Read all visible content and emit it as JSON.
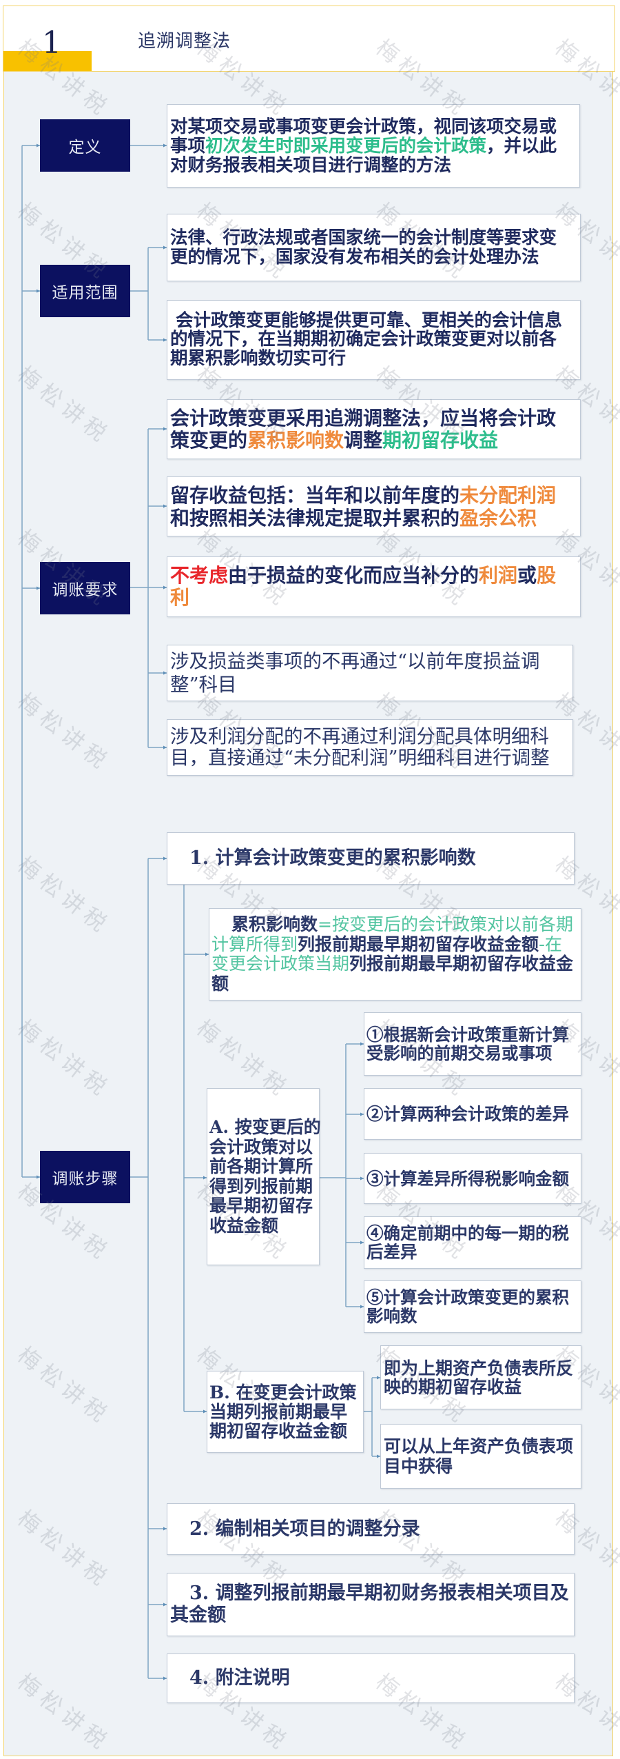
{
  "header": {
    "number": "1",
    "title": "追溯调整法"
  },
  "watermark": {
    "text": "梅松讲税"
  },
  "colors": {
    "accent_yellow": "#f8c100",
    "frame_border": "#f3d46a",
    "category_bg": "#0c1160",
    "category_text": "#e6e9f2",
    "text_dark": "#1f2a5e",
    "text_serif": "#2b3868",
    "orange": "#ef8a3c",
    "green": "#2dbd8c",
    "green_light": "#52c4a0",
    "red": "#e8262b",
    "connector": "#7fa4c4",
    "body_bg": "#eef2f6"
  },
  "sections": {
    "definition": {
      "label": "定义",
      "content": {
        "lines": [
          "对某项交易或事项变更会计政策，视同该项交易或",
          [
            "事项",
            {
              "t": "初次发生时即采用变更后的会计政策",
              "c": "green"
            },
            "，并以此"
          ],
          "对财务报表相关项目进行调整的方法"
        ]
      }
    },
    "scope": {
      "label": "适用范围",
      "items": [
        {
          "lines": [
            "法律、行政法规或者国家统一的会计制度等要求变",
            "更的情况下，国家没有发布相关的会计处理办法"
          ]
        },
        {
          "lines": [
            "会计政策变更能够提供更可靠、更相关的会计信息",
            "的情况下，在当期期初确定会计政策变更对以前各",
            "期累积影响数切实可行"
          ]
        }
      ]
    },
    "requirements": {
      "label": "调账要求",
      "items": [
        {
          "lines": [
            "会计政策变更采用追溯调整法，应当将会计政",
            [
              "策变更的",
              {
                "t": "累积影响数",
                "c": "orange"
              },
              "调整",
              {
                "t": "期初留存收益",
                "c": "green"
              }
            ]
          ]
        },
        {
          "lines": [
            [
              "留存收益包括：当年和以前年度的",
              {
                "t": "未分配利润",
                "c": "orange"
              }
            ],
            [
              "和按照相关法律规定提取并累积的",
              {
                "t": "盈余公积",
                "c": "orange"
              }
            ]
          ]
        },
        {
          "lines": [
            [
              {
                "t": "不考虑",
                "c": "red"
              },
              "由于损益的变化而应当补分的",
              {
                "t": "利润",
                "c": "orange"
              },
              "或",
              {
                "t": "股",
                "c": "orange"
              }
            ],
            [
              {
                "t": "利",
                "c": "orange"
              }
            ]
          ]
        },
        {
          "lines": [
            "涉及损益类事项的不再通过“以前年度损益调",
            "整”科目"
          ]
        },
        {
          "lines": [
            "涉及利润分配的不再通过利润分配具体明细科",
            "目，直接通过“未分配利润”明细科目进行调整"
          ]
        }
      ]
    },
    "steps": {
      "label": "调账步骤",
      "items": [
        {
          "lines": [
            "1. 计算会计政策变更的累积影响数"
          ],
          "formula": {
            "lines": [
              [
                "累积影响数",
                {
                  "t": "=按变更后的会计政策对以前各期",
                  "c": "green_light"
                }
              ],
              [
                {
                  "t": "计算所得到",
                  "c": "green_light"
                },
                "列报前期最早期初留存收益金额",
                {
                  "t": "-在",
                  "c": "green_light"
                }
              ],
              [
                {
                  "t": "变更会计政策当期",
                  "c": "green_light"
                },
                "列报前期最早期初留存收益金"
              ],
              "额"
            ]
          },
          "method_a": {
            "lines": [
              "A. 按变更后的",
              "会计政策对以",
              "前各期计算所",
              "得到列报前期",
              "最早期初留存",
              "收益金额"
            ],
            "sub_steps": [
              {
                "lines": [
                  "①根据新会计政策重新计算",
                  "受影响的前期交易或事项"
                ]
              },
              {
                "lines": [
                  "②计算两种会计政策的差异"
                ]
              },
              {
                "lines": [
                  "③计算差异所得税影响金额"
                ]
              },
              {
                "lines": [
                  "④确定前期中的每一期的税",
                  "后差异"
                ]
              },
              {
                "lines": [
                  "⑤计算会计政策变更的累积",
                  "影响数"
                ]
              }
            ]
          },
          "method_b": {
            "lines": [
              "B. 在变更会计政策",
              "当期列报前期最早",
              "期初留存收益金额"
            ],
            "notes": [
              {
                "lines": [
                  "即为上期资产负债表所反",
                  "映的期初留存收益"
                ]
              },
              {
                "lines": [
                  "可以从上年资产负债表项",
                  "目中获得"
                ]
              }
            ]
          }
        },
        {
          "lines": [
            "2. 编制相关项目的调整分录"
          ]
        },
        {
          "lines": [
            "3. 调整列报前期最早期初财务报表相关项目及",
            "其金额"
          ]
        },
        {
          "lines": [
            "4. 附注说明"
          ]
        }
      ]
    }
  }
}
